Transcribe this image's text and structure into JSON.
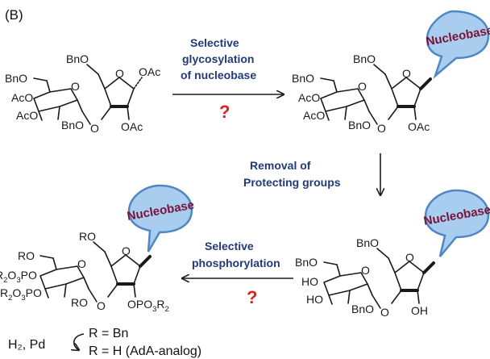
{
  "panel_label": "(B)",
  "nucleobase_label": "Nucleobase",
  "question_mark": "?",
  "steps": {
    "glycosylation": [
      "Selective",
      "glycosylation",
      "of nucleobase"
    ],
    "removal": [
      "Removal of",
      "Protecting groups"
    ],
    "phosphorylation": [
      "Selective",
      "phosphorylation"
    ]
  },
  "groups": {
    "BnO": "BnO",
    "AcO": "AcO",
    "OAc": "OAc",
    "HO": "HO",
    "OH": "OH",
    "RO": "RO",
    "O": "O",
    "R2O3PO_main": "R",
    "R2O3PO_sub1": "2",
    "R2O3PO_mid": "O",
    "R2O3PO_sub2": "3",
    "R2O3PO_end": "PO",
    "OPO3R2_main": "OPO",
    "OPO3R2_sub1": "3",
    "OPO3R2_mid": "R",
    "OPO3R2_sub2": "2"
  },
  "footer": {
    "reagent": "H₂, Pd",
    "r_bn": "R = Bn",
    "r_h": "R = H (AdA-analog)"
  }
}
